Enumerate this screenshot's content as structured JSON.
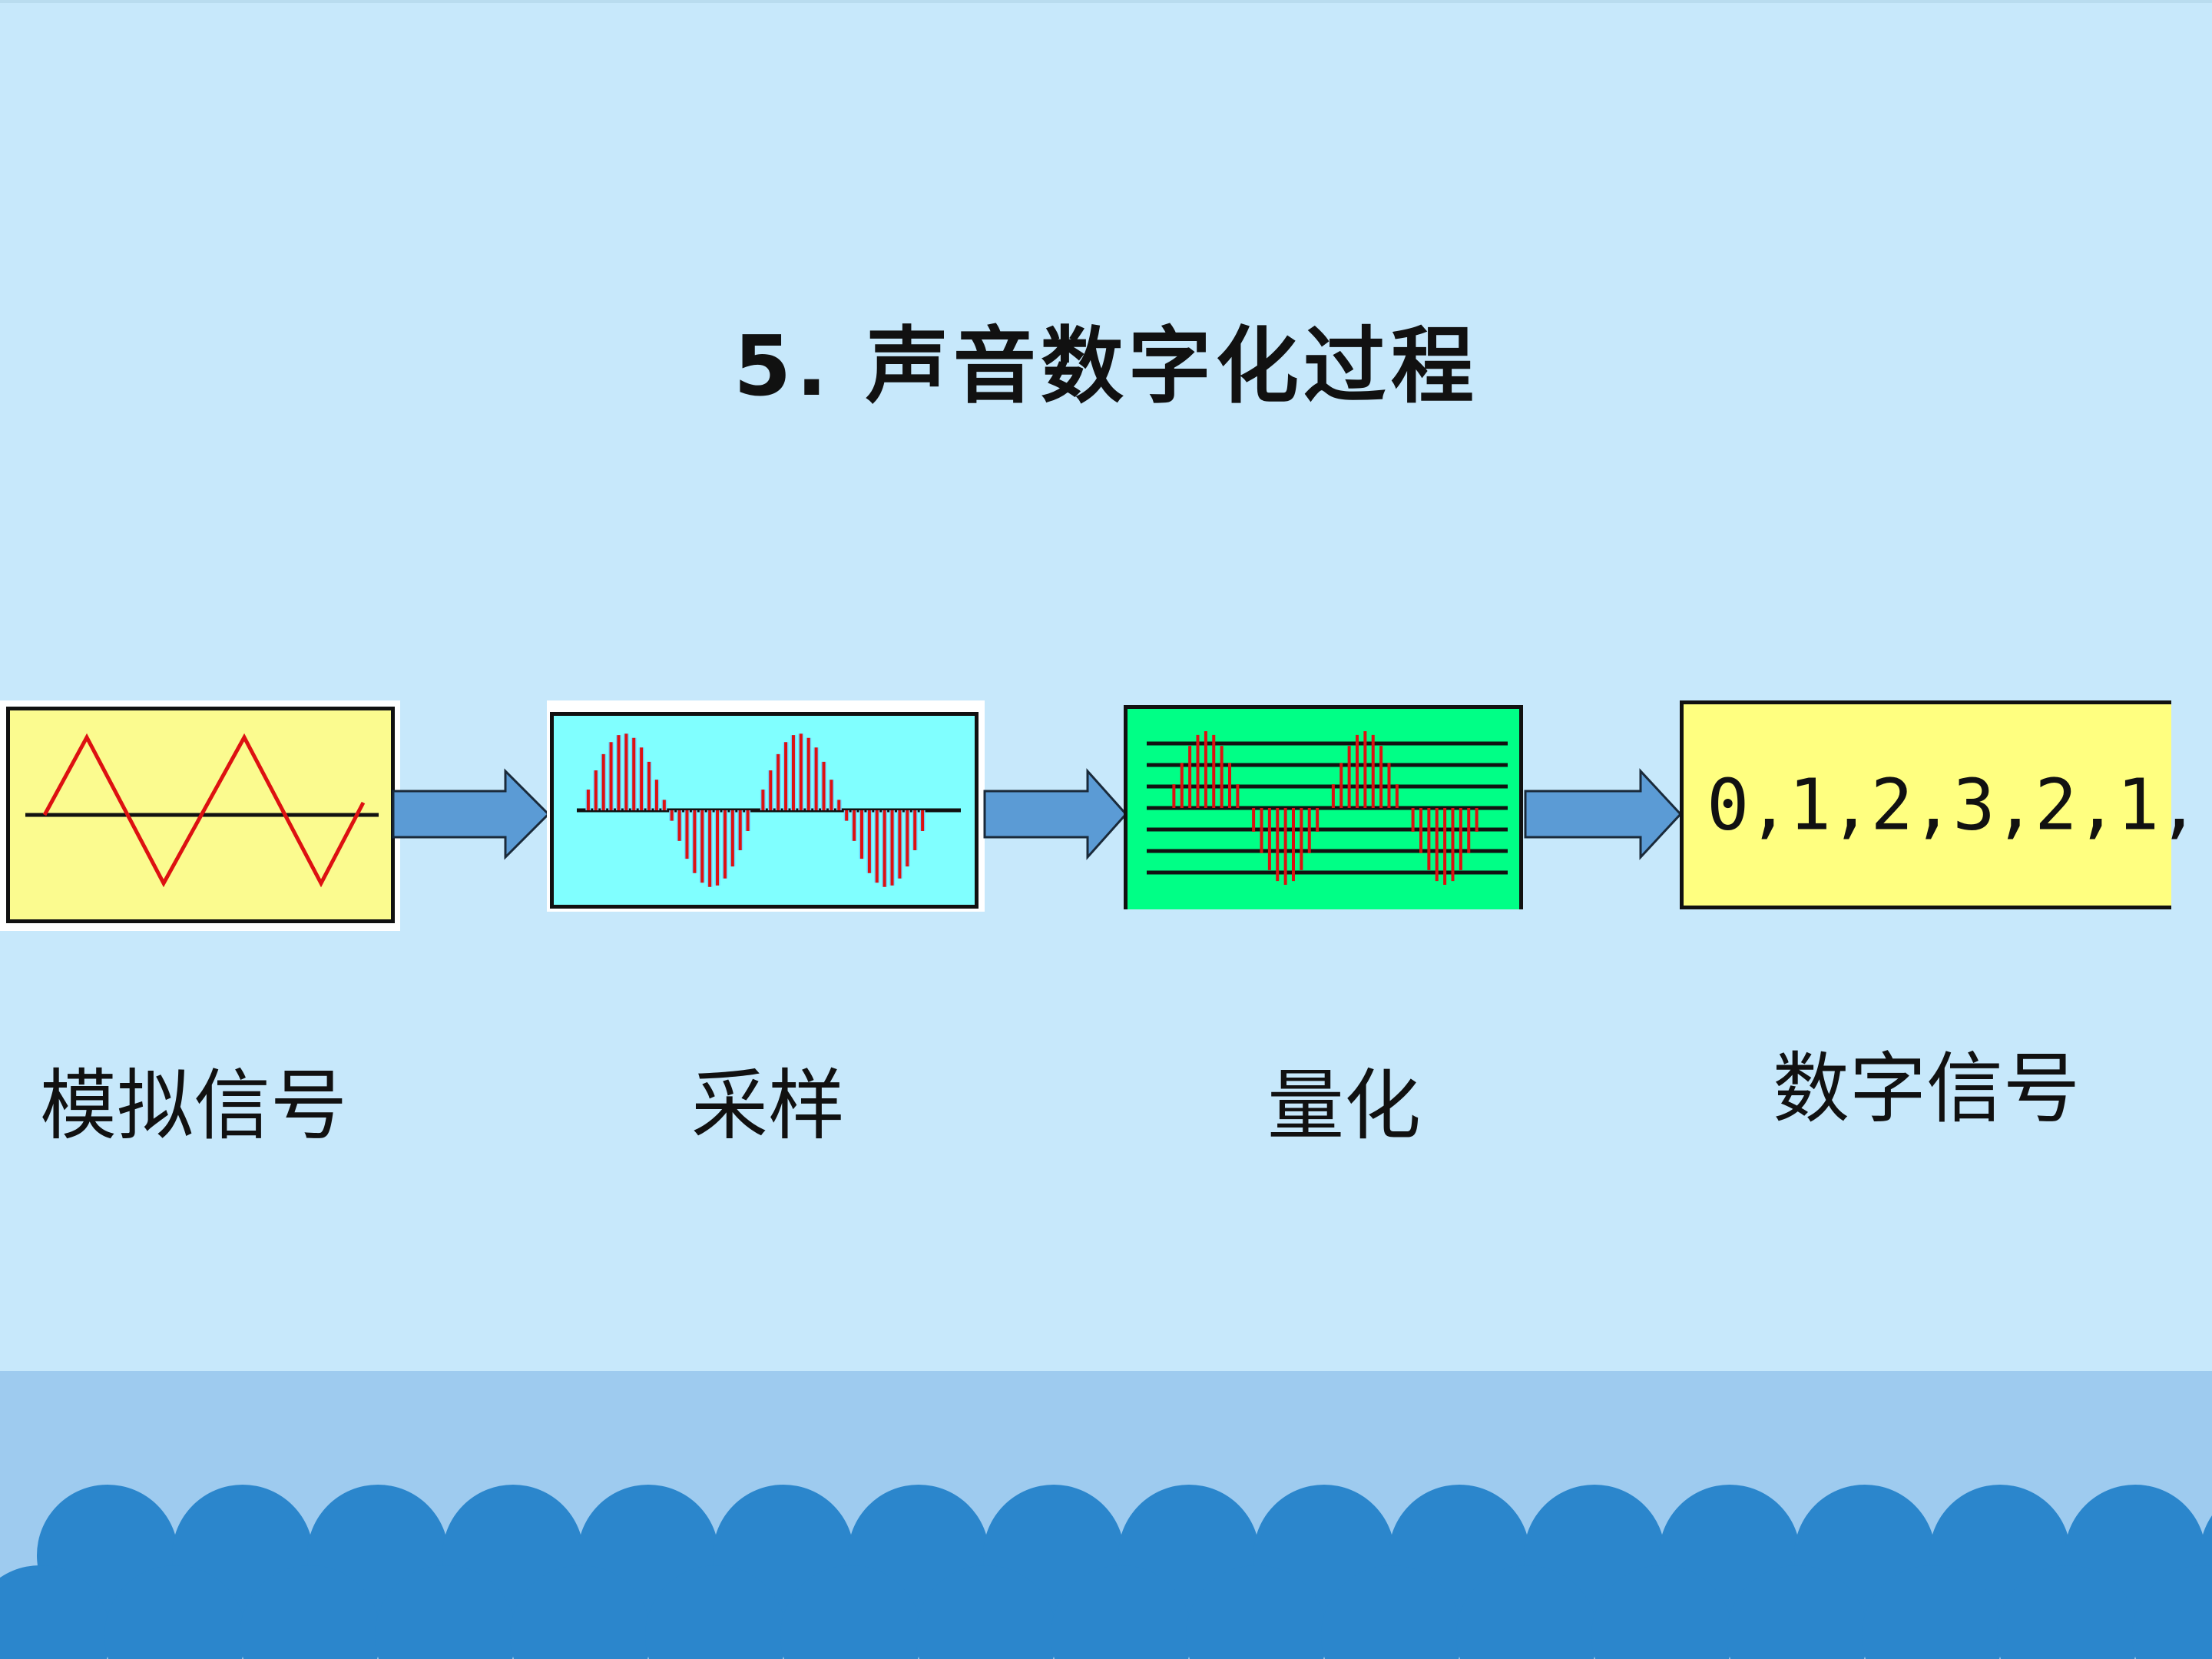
{
  "slide": {
    "title": "5. 声音数字化过程",
    "background_color": "#c7e8fb",
    "footer_color": "#9ecbef",
    "scallop_color": "#2b86cc"
  },
  "stages": [
    {
      "id": "analog",
      "label": "模拟信号",
      "box_color": "#fbfb8f",
      "icon": "triangle-wave"
    },
    {
      "id": "sampling",
      "label": "采样",
      "box_color": "#80ffff",
      "icon": "sampled-wave"
    },
    {
      "id": "quantization",
      "label": "量化",
      "box_color": "#00ff86",
      "icon": "quantized-wave"
    },
    {
      "id": "digital",
      "label": "数字信号",
      "box_color": "#ffff80",
      "icon": "digit-sequence",
      "sequence": "0,1,2,3,2,1,..."
    }
  ],
  "arrow_color": "#5b9bd5",
  "wave_color": "#dd1111"
}
